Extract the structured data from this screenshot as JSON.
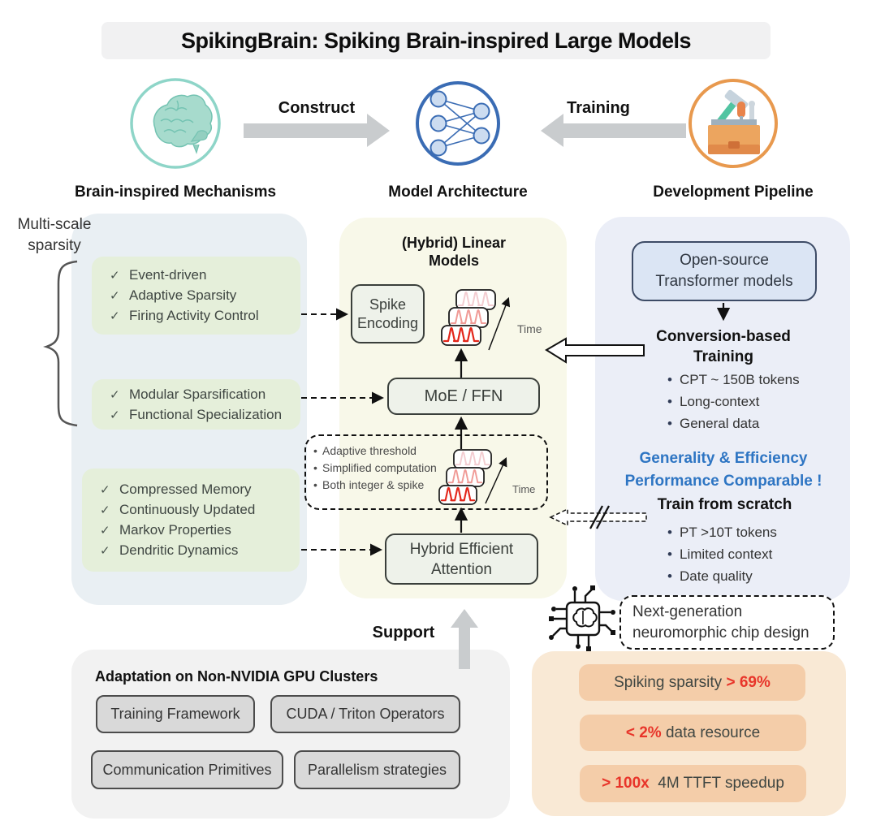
{
  "title": "SpikingBrain: Spiking Brain-inspired Large Models",
  "icons": {
    "check": "✓",
    "bullet": "•"
  },
  "flow": {
    "construct_label": "Construct",
    "training_label": "Training",
    "mechanisms_label": "Brain-inspired Mechanisms",
    "architecture_label": "Model Architecture",
    "pipeline_label": "Development Pipeline"
  },
  "mechanisms": {
    "annotation_lines": [
      "Multi-scale",
      "sparsity"
    ],
    "groups": [
      {
        "items": [
          "Event-driven",
          "Adaptive Sparsity",
          "Firing Activity Control"
        ]
      },
      {
        "items": [
          "Modular Sparsification",
          "Functional Specialization"
        ]
      },
      {
        "items": [
          "Compressed Memory",
          "Continuously Updated",
          "Markov Properties",
          "Dendritic Dynamics"
        ]
      }
    ]
  },
  "architecture": {
    "title_lines": [
      "(Hybrid) Linear",
      "Models"
    ],
    "spike_encoding_lines": [
      "Spike",
      "Encoding"
    ],
    "moe_ffn": "MoE / FFN",
    "attention_lines": [
      "Hybrid Efficient",
      "Attention"
    ],
    "time_label": "Time",
    "spike_notes": [
      "Adaptive threshold",
      "Simplified computation",
      "Both integer & spike"
    ]
  },
  "pipeline": {
    "source_lines": [
      "Open-source",
      "Transformer models"
    ],
    "conversion_title_lines": [
      "Conversion-based",
      "Training"
    ],
    "conversion_bullets": [
      "CPT ~ 150B tokens",
      "Long-context",
      "General data"
    ],
    "highlight_lines": [
      "Generality & Efficiency",
      "Performance Comparable !"
    ],
    "scratch_title": "Train from scratch",
    "scratch_bullets": [
      "PT >10T tokens",
      "Limited context",
      "Date quality"
    ]
  },
  "support_label": "Support",
  "adaptation": {
    "title": "Adaptation on Non-NVIDIA GPU Clusters",
    "buttons": [
      "Training Framework",
      "CUDA / Triton Operators",
      "Communication Primitives",
      "Parallelism strategies"
    ]
  },
  "chip_note_lines": [
    "Next-generation",
    "neuromorphic chip design"
  ],
  "results": [
    {
      "prefix": "Spiking sparsity ",
      "highlight": "> 69%",
      "suffix": ""
    },
    {
      "prefix": "",
      "highlight": "< 2%",
      "suffix": " data resource"
    },
    {
      "prefix": "",
      "highlight": "> 100x",
      "suffix": "  4M TTFT speedup"
    }
  ],
  "colors": {
    "blue_text": "#2e75c3",
    "red_text": "#e8352a",
    "panel_left": "#e9eff3",
    "panel_middle": "#f8f8e9",
    "panel_right": "#ebeef7",
    "panel_gray": "#f2f2f2",
    "panel_orange": "#f9e9d5",
    "green_box": "#e5efda",
    "orange_box": "#f4cda9",
    "arrow_gray": "#c9ccce",
    "spike_red": "#e3261a"
  }
}
